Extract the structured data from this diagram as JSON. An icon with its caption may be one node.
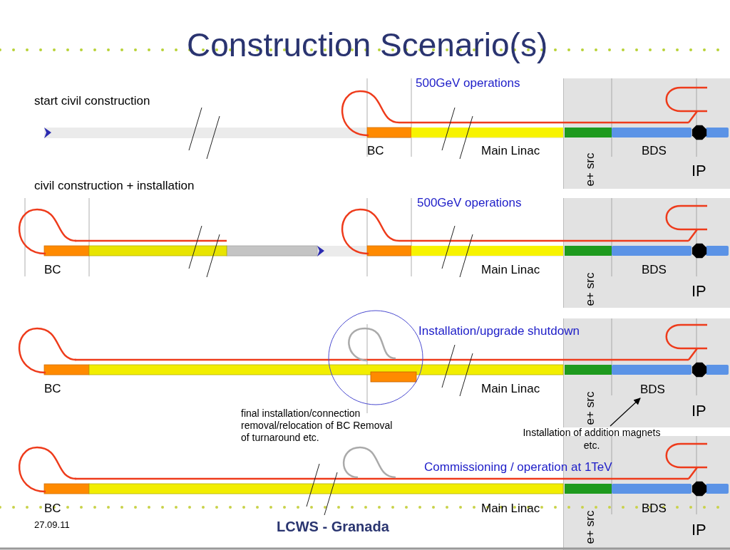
{
  "diagram": {
    "title": "Construction Scenario(s)",
    "nodes": [
      {
        "text": [
          "Installation of addition magnets etc."
        ]
      },
      {
        "text": [
          "BDS"
        ]
      }
    ],
    "edges": [
      {
        "from": 0,
        "to": 1,
        "arrow": "to"
      }
    ],
    "labels": [
      "start civil construction",
      "500GeV operations",
      "BC",
      "Main Linac",
      "e+ src",
      "BDS",
      "IP",
      "civil construction + installation",
      "500GeV operations",
      "BC",
      "Main Linac",
      "e+ src",
      "BDS",
      "IP",
      "Installation/upgrade shutdown",
      "BC",
      "Main Linac",
      "e+ src",
      "IP",
      "final installation/connection removal/relocation of BC Removal of turnaround etc.",
      "Commissioning / operation at 1TeV",
      "BC",
      "Main Linac",
      "e+ src",
      "BDS",
      "IP",
      "27.09.11",
      "LCWS - Granada"
    ]
  }
}
